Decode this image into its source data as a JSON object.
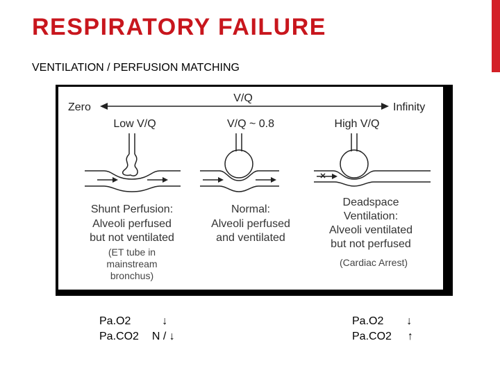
{
  "slide": {
    "title": "RESPIRATORY FAILURE",
    "subtitle": "VENTILATION / PERFUSION MATCHING",
    "accent_color": "#d32027",
    "title_color": "#c8161d"
  },
  "figure": {
    "axis_label": "V/Q",
    "left_end": "Zero",
    "right_end": "Infinity",
    "columns": [
      {
        "header": "Low V/Q",
        "caption_lines": [
          "Shunt Perfusion:",
          "Alveoli perfused",
          "but not ventilated"
        ],
        "note_lines": [
          "(ET tube in",
          "mainstream",
          "bronchus)"
        ]
      },
      {
        "header": "V/Q ~ 0.8",
        "caption_lines": [
          "Normal:",
          "Alveoli perfused",
          "and ventilated"
        ],
        "note_lines": []
      },
      {
        "header": "High V/Q",
        "caption_lines": [
          "Deadspace",
          "Ventilation:",
          "Alveoli ventilated",
          "but not perfused"
        ],
        "note_lines": [
          "(Cardiac Arrest)"
        ]
      }
    ]
  },
  "blood_gases": {
    "left": [
      {
        "label": "Pa.O2",
        "value": "↓"
      },
      {
        "label": "Pa.CO2",
        "value": "N / ↓"
      }
    ],
    "right": [
      {
        "label": "Pa.O2",
        "value": "↓"
      },
      {
        "label": "Pa.CO2",
        "value": "↑"
      }
    ]
  }
}
